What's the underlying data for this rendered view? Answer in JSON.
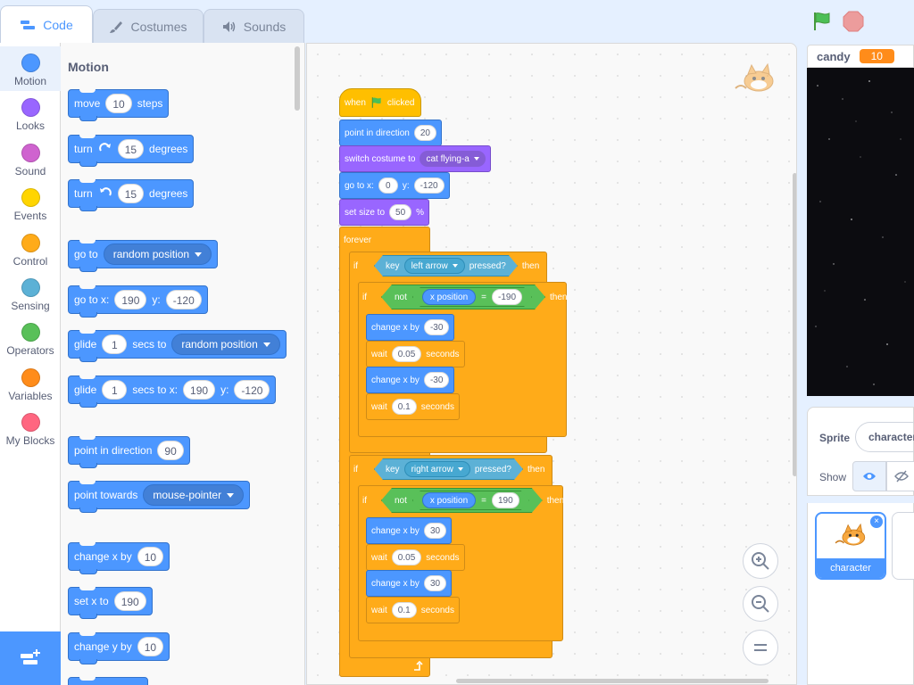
{
  "tabs": {
    "code": "Code",
    "costumes": "Costumes",
    "sounds": "Sounds"
  },
  "categories": [
    {
      "label": "Motion",
      "color": "#4c97ff"
    },
    {
      "label": "Looks",
      "color": "#9966ff"
    },
    {
      "label": "Sound",
      "color": "#cf63cf"
    },
    {
      "label": "Events",
      "color": "#ffd500"
    },
    {
      "label": "Control",
      "color": "#ffab19"
    },
    {
      "label": "Sensing",
      "color": "#5cb1d6"
    },
    {
      "label": "Operators",
      "color": "#59c059"
    },
    {
      "label": "Variables",
      "color": "#ff8c1a"
    },
    {
      "label": "My Blocks",
      "color": "#ff6680"
    }
  ],
  "palette": {
    "title": "Motion",
    "move": {
      "label": "move",
      "value": "10",
      "suffix": "steps"
    },
    "turn_cw": {
      "label": "turn",
      "value": "15",
      "suffix": "degrees"
    },
    "turn_ccw": {
      "label": "turn",
      "value": "15",
      "suffix": "degrees"
    },
    "goto": {
      "label": "go to",
      "option": "random position"
    },
    "goto_xy": {
      "label": "go to x:",
      "x": "190",
      "ylabel": "y:",
      "y": "-120"
    },
    "glide": {
      "label": "glide",
      "value": "1",
      "mid": "secs to",
      "option": "random position"
    },
    "glide_xy": {
      "label": "glide",
      "value": "1",
      "mid": "secs to x:",
      "x": "190",
      "ylabel": "y:",
      "y": "-120"
    },
    "point_dir": {
      "label": "point in direction",
      "value": "90"
    },
    "point_towards": {
      "label": "point towards",
      "option": "mouse-pointer"
    },
    "change_x": {
      "label": "change x by",
      "value": "10"
    },
    "set_x": {
      "label": "set x to",
      "value": "190"
    },
    "change_y": {
      "label": "change y by",
      "value": "10"
    }
  },
  "script": {
    "when_clicked": {
      "pre": "when",
      "post": "clicked"
    },
    "point_dir": {
      "label": "point in direction",
      "value": "20"
    },
    "switch_costume": {
      "label": "switch costume to",
      "option": "cat flying-a"
    },
    "goto_xy": {
      "label": "go to x:",
      "x": "0",
      "ylabel": "y:",
      "y": "-120"
    },
    "set_size": {
      "label": "set size to",
      "value": "50",
      "suffix": "%"
    },
    "forever": "forever",
    "if1": {
      "if": "if",
      "key": "key",
      "option": "left arrow",
      "pressed": "pressed?",
      "then": "then"
    },
    "if1_inner": {
      "if": "if",
      "not": "not",
      "xpos": "x position",
      "eq": "=",
      "value": "-190",
      "then": "then"
    },
    "b1": {
      "label": "change x by",
      "value": "-30"
    },
    "b2": {
      "label": "wait",
      "value": "0.05",
      "suffix": "seconds"
    },
    "b3": {
      "label": "change x by",
      "value": "-30"
    },
    "b4": {
      "label": "wait",
      "value": "0.1",
      "suffix": "seconds"
    },
    "if2": {
      "if": "if",
      "key": "key",
      "option": "right arrow",
      "pressed": "pressed?",
      "then": "then"
    },
    "if2_inner": {
      "if": "if",
      "not": "not",
      "xpos": "x position",
      "eq": "=",
      "value": "190",
      "then": "then"
    },
    "c1": {
      "label": "change x by",
      "value": "30"
    },
    "c2": {
      "label": "wait",
      "value": "0.05",
      "suffix": "seconds"
    },
    "c3": {
      "label": "change x by",
      "value": "30"
    },
    "c4": {
      "label": "wait",
      "value": "0.1",
      "suffix": "seconds"
    }
  },
  "stage": {
    "var_name": "candy",
    "var_value": "10"
  },
  "sprite_info": {
    "sprite_label": "Sprite",
    "sprite_name": "character",
    "show_label": "Show"
  },
  "sprite_list": [
    {
      "name": "character"
    }
  ]
}
